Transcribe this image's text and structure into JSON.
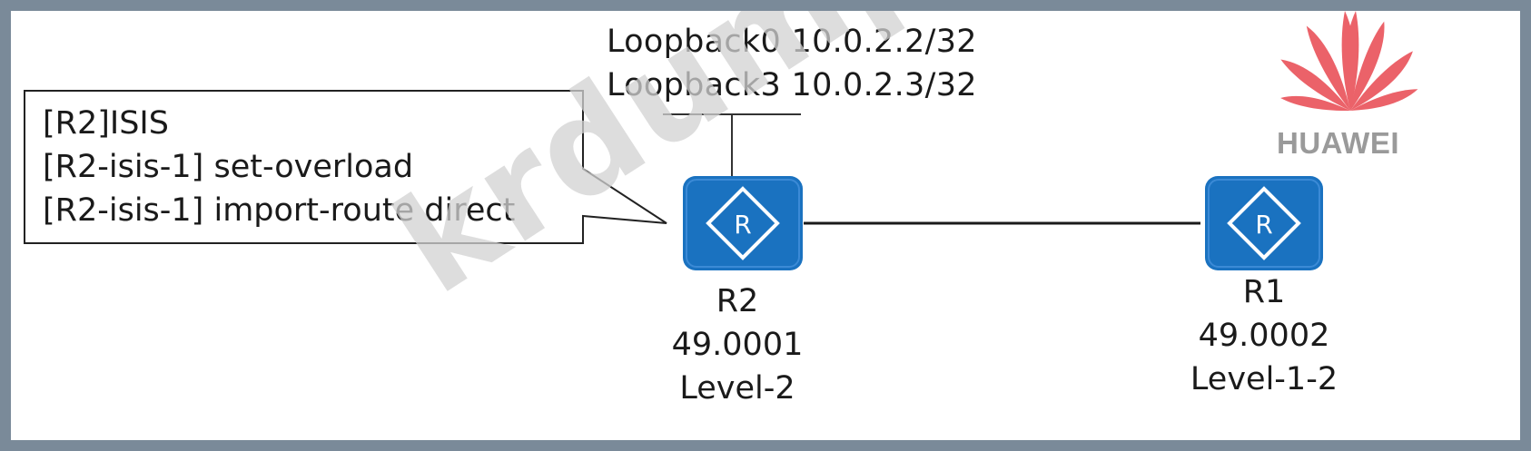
{
  "loopbacks": [
    "Loopback0 10.0.2.2/32",
    "Loopback3 10.0.2.3/32"
  ],
  "commands": [
    "[R2]ISIS",
    "[R2-isis-1] set-overload",
    "[R2-isis-1] import-route direct"
  ],
  "routers": [
    {
      "id": "R2",
      "glyph": "R",
      "name": "R2",
      "area": "49.0001",
      "level": "Level-2"
    },
    {
      "id": "R1",
      "glyph": "R",
      "name": "R1",
      "area": "49.0002",
      "level": "Level-1-2"
    }
  ],
  "logo": {
    "text": "HUAWEI",
    "petal_color": "#e8474f"
  },
  "watermark": "krdump.com",
  "colors": {
    "router": "#1a72c0",
    "line": "#1a1a1a",
    "border": "#7a8a99"
  }
}
